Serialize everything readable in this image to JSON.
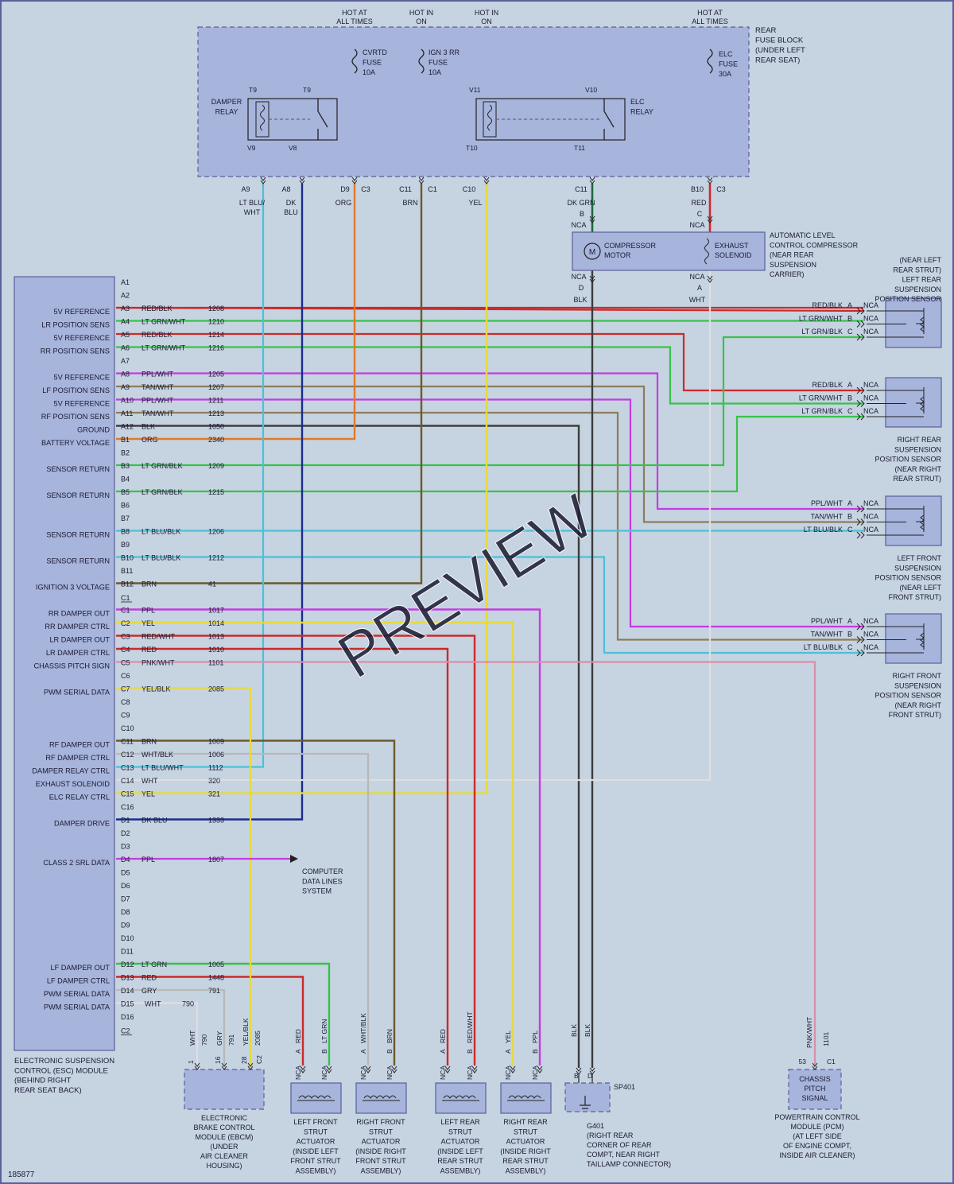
{
  "diagram_id": "185877",
  "watermark": "PREVIEW",
  "colors": {
    "background": "#c6d3e1",
    "box_fill": "#a7b4dc",
    "box_stroke": "#5b5f9a",
    "wire_black": "#3d3d3d",
    "wire_red": "#cc2a2a",
    "wire_ltgrn": "#38c24a",
    "wire_ppl": "#c43ce0",
    "wire_tan": "#8c7d5a",
    "wire_ltblu": "#49c1d8",
    "wire_dkblu": "#1a2c8c",
    "wire_org": "#e07a2a",
    "wire_brn": "#6b5a2a",
    "wire_yel": "#e6d940",
    "wire_dkgrn": "#1f6b3c",
    "wire_gry": "#b8b8b8",
    "wire_wht": "#dedede",
    "wire_pnk": "#d890a8"
  },
  "hot_labels": [
    {
      "line1": "HOT AT",
      "line2": "ALL TIMES"
    },
    {
      "line1": "HOT IN",
      "line2": "ON"
    },
    {
      "line1": "HOT IN",
      "line2": "ON"
    },
    {
      "line1": "HOT AT",
      "line2": "ALL TIMES"
    }
  ],
  "fuse_block": {
    "title": [
      "REAR",
      "FUSE BLOCK",
      "(UNDER LEFT",
      "REAR SEAT)"
    ],
    "fuses": [
      {
        "lines": [
          "CVRTD",
          "FUSE",
          "10A"
        ]
      },
      {
        "lines": [
          "IGN 3 RR",
          "FUSE",
          "10A"
        ]
      },
      {
        "lines": [
          "ELC",
          "FUSE",
          "30A"
        ]
      }
    ],
    "damper_relay": {
      "label": [
        "DAMPER",
        "RELAY"
      ],
      "t9": "T9",
      "t9b": "T9",
      "v9": "V9",
      "v8": "V8"
    },
    "elc_relay": {
      "label": [
        "ELC",
        "RELAY"
      ],
      "v11": "V11",
      "v10": "V10",
      "t10": "T10",
      "t11": "T11"
    },
    "out_pins": [
      {
        "pin": "A9",
        "conn": "",
        "wire": [
          "LT BLU/",
          "WHT"
        ]
      },
      {
        "pin": "A8",
        "conn": "",
        "wire": [
          "DK",
          "BLU"
        ]
      },
      {
        "pin": "D9",
        "conn": "C3",
        "wire": [
          "ORG"
        ]
      },
      {
        "pin": "C11",
        "conn": "C1",
        "wire": [
          "BRN"
        ]
      },
      {
        "pin": "C10",
        "conn": "",
        "wire": [
          "YEL"
        ]
      },
      {
        "pin": "C11",
        "conn": "",
        "wire": [
          "DK GRN"
        ]
      },
      {
        "pin": "B10",
        "conn": "C3",
        "wire": [
          "RED"
        ]
      }
    ]
  },
  "compressor": {
    "title": [
      "AUTOMATIC LEVEL",
      "CONTROL COMPRESSOR",
      "(NEAR REAR",
      "SUSPENSION",
      "CARRIER)"
    ],
    "motor": [
      "COMPRESSOR",
      "MOTOR"
    ],
    "motor_symbol": "M",
    "solenoid": [
      "EXHAUST",
      "SOLENOID"
    ],
    "pin_b": "B",
    "pin_c": "C",
    "pin_d": "D",
    "pin_a": "A",
    "nca": "NCA",
    "wire_d": "BLK",
    "wire_a": "WHT"
  },
  "esc": {
    "title": [
      "ELECTRONIC SUSPENSION",
      "CONTROL (ESC) MODULE",
      "(BEHIND RIGHT",
      "REAR SEAT BACK)"
    ],
    "rows": [
      {
        "pin": "A1"
      },
      {
        "pin": "A2"
      },
      {
        "pin": "A3",
        "func": "5V REFERENCE",
        "wire": "RED/BLK",
        "circuit": "1208"
      },
      {
        "pin": "A4",
        "func": "LR POSITION SENS",
        "wire": "LT GRN/WHT",
        "circuit": "1210"
      },
      {
        "pin": "A5",
        "func": "5V REFERENCE",
        "wire": "RED/BLK",
        "circuit": "1214"
      },
      {
        "pin": "A6",
        "func": "RR POSITION SENS",
        "wire": "LT GRN/WHT",
        "circuit": "1216"
      },
      {
        "pin": "A7"
      },
      {
        "pin": "A8",
        "func": "5V REFERENCE",
        "wire": "PPL/WHT",
        "circuit": "1205"
      },
      {
        "pin": "A9",
        "func": "LF POSITION SENS",
        "wire": "TAN/WHT",
        "circuit": "1207"
      },
      {
        "pin": "A10",
        "func": "5V REFERENCE",
        "wire": "PPL/WHT",
        "circuit": "1211"
      },
      {
        "pin": "A11",
        "func": "RF POSITION SENS",
        "wire": "TAN/WHT",
        "circuit": "1213"
      },
      {
        "pin": "A12",
        "func": "GROUND",
        "wire": "BLK",
        "circuit": "1050"
      },
      {
        "pin": "B1",
        "func": "BATTERY VOLTAGE",
        "wire": "ORG",
        "circuit": "2340"
      },
      {
        "pin": "B2"
      },
      {
        "pin": "B3",
        "func": "SENSOR RETURN",
        "wire": "LT GRN/BLK",
        "circuit": "1209"
      },
      {
        "pin": "B4"
      },
      {
        "pin": "B5",
        "func": "SENSOR RETURN",
        "wire": "LT GRN/BLK",
        "circuit": "1215"
      },
      {
        "pin": "B6"
      },
      {
        "pin": "B7"
      },
      {
        "pin": "B8",
        "func": "SENSOR RETURN",
        "wire": "LT BLU/BLK",
        "circuit": "1206"
      },
      {
        "pin": "B9"
      },
      {
        "pin": "B10",
        "func": "SENSOR RETURN",
        "wire": "LT BLU/BLK",
        "circuit": "1212"
      },
      {
        "pin": "B11"
      },
      {
        "pin": "B12",
        "func": "IGNITION 3 VOLTAGE",
        "wire": "BRN",
        "circuit": "41"
      },
      {
        "pin": "C1",
        "conn": true
      },
      {
        "pin": "C1",
        "func": "RR DAMPER OUT",
        "wire": "PPL",
        "circuit": "1017"
      },
      {
        "pin": "C2",
        "func": "RR DAMPER CTRL",
        "wire": "YEL",
        "circuit": "1014"
      },
      {
        "pin": "C3",
        "func": "LR DAMPER OUT",
        "wire": "RED/WHT",
        "circuit": "1013"
      },
      {
        "pin": "C4",
        "func": "LR DAMPER CTRL",
        "wire": "RED",
        "circuit": "1010"
      },
      {
        "pin": "C5",
        "func": "CHASSIS PITCH SIGN",
        "wire": "PNK/WHT",
        "circuit": "1101"
      },
      {
        "pin": "C6"
      },
      {
        "pin": "C7",
        "func": "PWM SERIAL DATA",
        "wire": "YEL/BLK",
        "circuit": "2085"
      },
      {
        "pin": "C8"
      },
      {
        "pin": "C9"
      },
      {
        "pin": "C10"
      },
      {
        "pin": "C11",
        "func": "RF DAMPER OUT",
        "wire": "BRN",
        "circuit": "1009"
      },
      {
        "pin": "C12",
        "func": "RF DAMPER CTRL",
        "wire": "WHT/BLK",
        "circuit": "1006"
      },
      {
        "pin": "C13",
        "func": "DAMPER RELAY CTRL",
        "wire": "LT BLU/WHT",
        "circuit": "1112"
      },
      {
        "pin": "C14",
        "func": "EXHAUST SOLENOID",
        "wire": "WHT",
        "circuit": "320"
      },
      {
        "pin": "C15",
        "func": "ELC RELAY CTRL",
        "wire": "YEL",
        "circuit": "321"
      },
      {
        "pin": "C16"
      },
      {
        "pin": "D1",
        "func": "DAMPER DRIVE",
        "wire": "DK BLU",
        "circuit": "1333"
      },
      {
        "pin": "D2"
      },
      {
        "pin": "D3"
      },
      {
        "pin": "D4",
        "func": "CLASS 2 SRL DATA",
        "wire": "PPL",
        "circuit": "1807"
      },
      {
        "pin": "D5"
      },
      {
        "pin": "D6"
      },
      {
        "pin": "D7"
      },
      {
        "pin": "D8"
      },
      {
        "pin": "D9"
      },
      {
        "pin": "D10"
      },
      {
        "pin": "D11"
      },
      {
        "pin": "D12",
        "func": "LF DAMPER OUT",
        "wire": "LT GRN",
        "circuit": "1005"
      },
      {
        "pin": "D13",
        "func": "LF DAMPER CTRL",
        "wire": "RED",
        "circuit": "1448"
      },
      {
        "pin": "D14",
        "func": "PWM SERIAL DATA",
        "wire": "GRY",
        "circuit": "791"
      },
      {
        "pin": "D15",
        "func": "PWM SERIAL DATA",
        "wire": "WHT",
        "circuit": "790"
      },
      {
        "pin": "D16"
      },
      {
        "pin": "C2",
        "conn": true
      }
    ]
  },
  "computer_data": [
    "COMPUTER",
    "DATA LINES",
    "SYSTEM"
  ],
  "sensors": [
    {
      "title_pre": [
        "(NEAR LEFT",
        "REAR STRUT)",
        "LEFT REAR",
        "SUSPENSION",
        "POSITION SENSOR"
      ],
      "title_post": [],
      "pins": [
        {
          "wire": "RED/BLK",
          "pin": "A",
          "nca": "NCA"
        },
        {
          "wire": "LT GRN/WHT",
          "pin": "B",
          "nca": "NCA"
        },
        {
          "wire": "LT GRN/BLK",
          "pin": "C",
          "nca": "NCA"
        }
      ]
    },
    {
      "title_pre": [],
      "title_post": [
        "RIGHT REAR",
        "SUSPENSION",
        "POSITION SENSOR",
        "(NEAR RIGHT",
        "REAR STRUT)"
      ],
      "pins": [
        {
          "wire": "RED/BLK",
          "pin": "A",
          "nca": "NCA"
        },
        {
          "wire": "LT GRN/WHT",
          "pin": "B",
          "nca": "NCA"
        },
        {
          "wire": "LT GRN/BLK",
          "pin": "C",
          "nca": "NCA"
        }
      ]
    },
    {
      "title_pre": [],
      "title_post": [
        "LEFT FRONT",
        "SUSPENSION",
        "POSITION SENSOR",
        "(NEAR LEFT",
        "FRONT STRUT)"
      ],
      "pins": [
        {
          "wire": "PPL/WHT",
          "pin": "A",
          "nca": "NCA"
        },
        {
          "wire": "TAN/WHT",
          "pin": "B",
          "nca": "NCA"
        },
        {
          "wire": "LT BLU/BLK",
          "pin": "C",
          "nca": "NCA"
        }
      ]
    },
    {
      "title_pre": [],
      "title_post": [
        "RIGHT FRONT",
        "SUSPENSION",
        "POSITION SENSOR",
        "(NEAR RIGHT",
        "FRONT STRUT)"
      ],
      "pins": [
        {
          "wire": "PPL/WHT",
          "pin": "A",
          "nca": "NCA"
        },
        {
          "wire": "TAN/WHT",
          "pin": "B",
          "nca": "NCA"
        },
        {
          "wire": "LT BLU/BLK",
          "pin": "C",
          "nca": "NCA"
        }
      ]
    }
  ],
  "ebcm": {
    "title": [
      "ELECTRONIC",
      "BRAKE CONTROL",
      "MODULE (EBCM)",
      "(UNDER",
      "AIR CLEANER",
      "HOUSING)"
    ],
    "pins": [
      {
        "wire": "WHT",
        "pin": "1",
        "circuit": "790"
      },
      {
        "wire": "GRY",
        "pin": "16",
        "circuit": "791"
      },
      {
        "wire": "YEL/BLK",
        "pin": "28",
        "circuit": "2085"
      }
    ],
    "conn": "C2"
  },
  "actuators": [
    {
      "title": [
        "LEFT FRONT",
        "STRUT",
        "ACTUATOR",
        "(INSIDE LEFT",
        "FRONT STRUT",
        "ASSEMBLY)"
      ],
      "wires": [
        "RED",
        "LT GRN"
      ]
    },
    {
      "title": [
        "RIGHT FRONT",
        "STRUT",
        "ACTUATOR",
        "(INSIDE RIGHT",
        "FRONT STRUT",
        "ASSEMBLY)"
      ],
      "wires": [
        "WHT/BLK",
        "BRN"
      ]
    },
    {
      "title": [
        "LEFT REAR",
        "STRUT",
        "ACTUATOR",
        "(INSIDE LEFT",
        "REAR STRUT",
        "ASSEMBLY)"
      ],
      "wires": [
        "RED",
        "RED/WHT"
      ]
    },
    {
      "title": [
        "RIGHT REAR",
        "STRUT",
        "ACTUATOR",
        "(INSIDE RIGHT",
        "REAR STRUT",
        "ASSEMBLY)"
      ],
      "wires": [
        "YEL",
        "PPL"
      ]
    }
  ],
  "actuator_pins": {
    "a": "A",
    "b": "B",
    "nca": "NCA"
  },
  "ground": {
    "wires": [
      "BLK",
      "BLK"
    ],
    "pins": [
      "B",
      "D"
    ],
    "splice": "SP401",
    "title": [
      "G401",
      "(RIGHT REAR",
      "CORNER OF REAR",
      "COMPT, NEAR RIGHT",
      "TAILLAMP CONNECTOR)"
    ]
  },
  "pcm": {
    "wire": "PNK/WHT",
    "circuit": "1101",
    "pin": "53",
    "conn": "C1",
    "box": [
      "CHASSIS",
      "PITCH",
      "SIGNAL"
    ],
    "title": [
      "POWERTRAIN CONTROL",
      "MODULE (PCM)",
      "(AT LEFT SIDE",
      "OF ENGINE COMPT,",
      "INSIDE AIR CLEANER)"
    ]
  }
}
